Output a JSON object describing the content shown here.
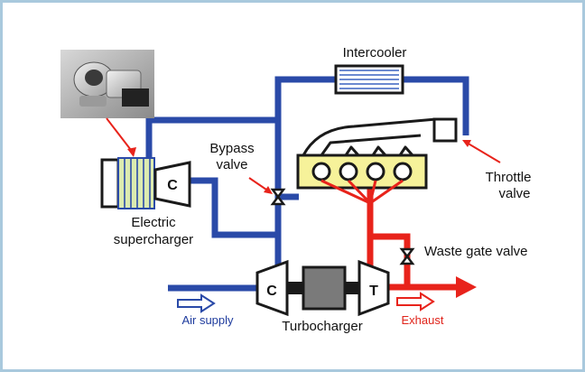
{
  "labels": {
    "intercooler": "Intercooler",
    "bypass_line1": "Bypass",
    "bypass_line2": "valve",
    "throttle_line1": "Throttle",
    "throttle_line2": "valve",
    "electric_line1": "Electric",
    "electric_line2": "supercharger",
    "waste_gate": "Waste gate valve",
    "turbocharger": "Turbocharger",
    "air_supply": "Air supply",
    "exhaust": "Exhaust",
    "compressor_letter": "C",
    "turbine_letter": "T"
  },
  "colors": {
    "intake_pipe": "#2a4aa8",
    "exhaust_pipe": "#e8231b",
    "engine_block": "#f6f29a",
    "frame_border": "#a9c9dd",
    "air_supply_text": "#1f3c9e",
    "exhaust_text": "#e0241b"
  }
}
